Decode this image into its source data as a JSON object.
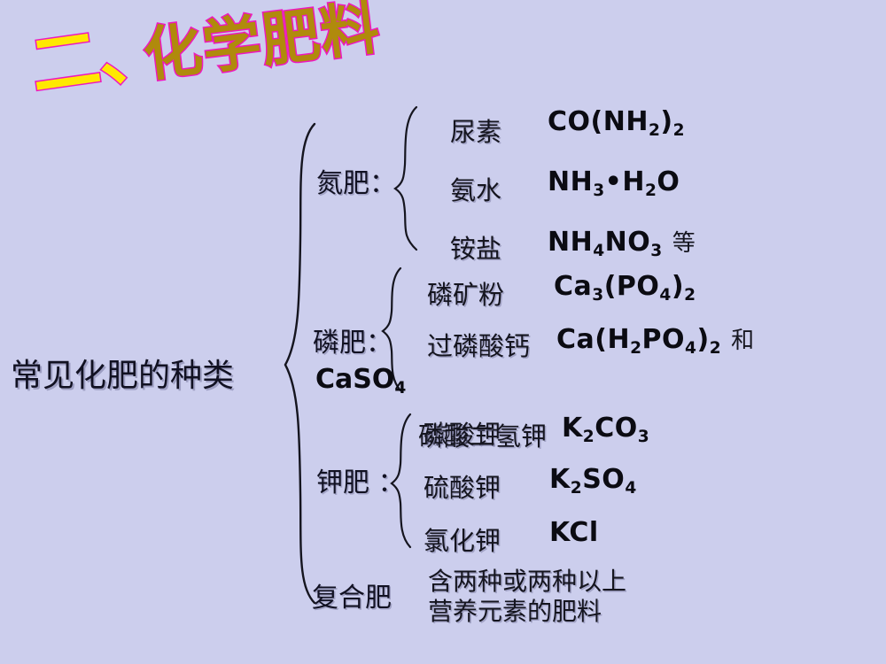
{
  "slide": {
    "background_color": "#ccceed",
    "title_number": "二、",
    "title_main": "化学肥料",
    "title_fill_color": "#b08a0c",
    "title_outline_color": "#ee18c0",
    "title_number_fill_color": "#ffe800",
    "root_label": "常见化肥的种类"
  },
  "categories": [
    {
      "label": "氮肥：",
      "items": [
        {
          "name": "尿素",
          "formula_parts": [
            [
              "CO(NH",
              ""
            ],
            [
              "2",
              "sub"
            ],
            [
              ")",
              ""
            ],
            [
              "2",
              "sub"
            ]
          ],
          "formula_text": "CO(NH2)2",
          "suffix": ""
        },
        {
          "name": "氨水",
          "formula_text": "NH3•H2O",
          "suffix": ""
        },
        {
          "name": "铵盐",
          "formula_text": "NH4NO3",
          "suffix": "等"
        }
      ]
    },
    {
      "label": "磷肥：",
      "extra_formula": "CaSO4",
      "items": [
        {
          "name": "磷矿粉",
          "formula_text": "Ca3(PO4)2",
          "suffix": ""
        },
        {
          "name": "过磷酸钙",
          "formula_text": "Ca(H2PO4)2",
          "suffix": "和"
        }
      ]
    },
    {
      "label": "钾肥 ：",
      "items": [
        {
          "name_overlap_top": "碳酸钾",
          "name_overlap_bottom": "磷酸二氢钾",
          "formula_text": "K2CO3",
          "suffix": ""
        },
        {
          "name": "硫酸钾",
          "formula_text": "K2SO4",
          "suffix": ""
        },
        {
          "name": "氯化钾",
          "formula_text": "KCl",
          "suffix": ""
        }
      ]
    },
    {
      "label": "复合肥",
      "description_line1": "含两种或两种以上",
      "description_line2": "营养元素的肥料"
    }
  ]
}
